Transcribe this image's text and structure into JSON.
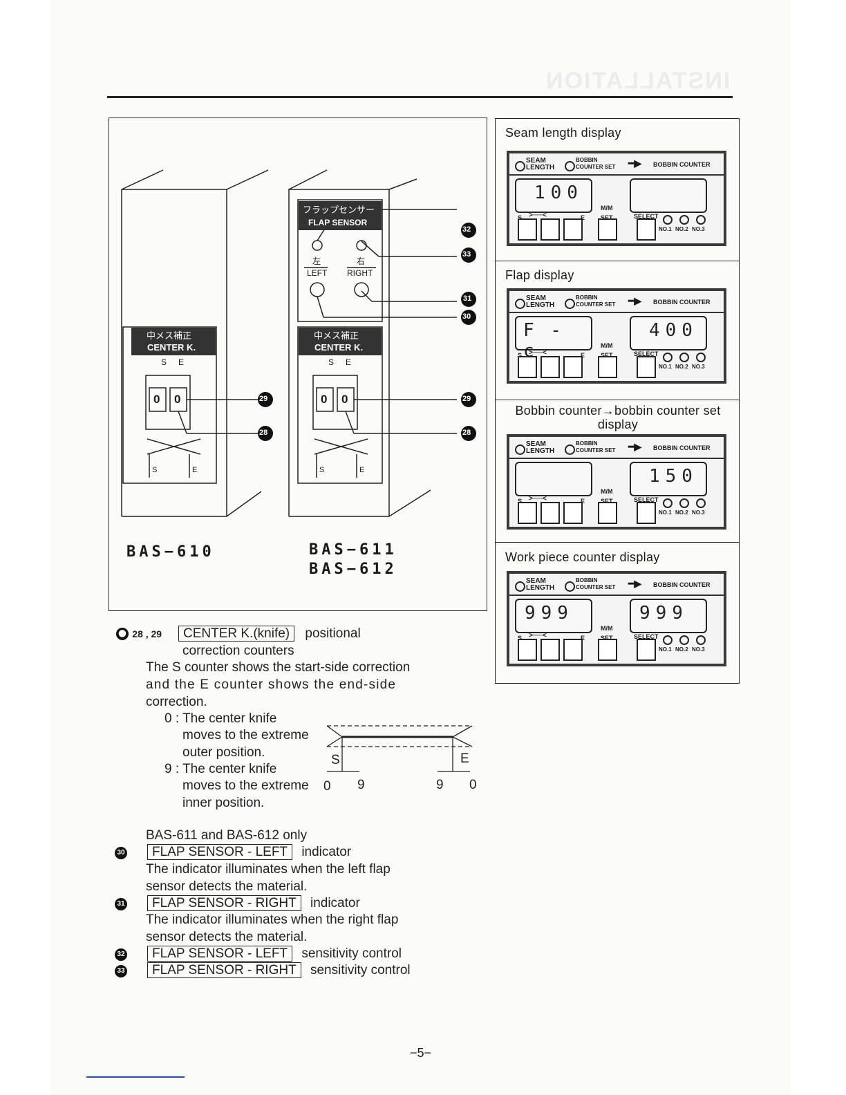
{
  "ghost_header": "INSTALLATION",
  "figure": {
    "model_left": "BAS−610",
    "model_right_1": "BAS−611",
    "model_right_2": "BAS−612",
    "flap_sensor_jp": "フラップセンサー",
    "flap_sensor_en": "FLAP SENSOR",
    "left_jp": "左",
    "left_en": "LEFT",
    "right_jp": "右",
    "right_en": "RIGHT",
    "center_k_jp": "中メス補正",
    "center_k_en": "CENTER K.",
    "s_label": "S",
    "e_label": "E",
    "counter_value": "0",
    "callouts": [
      "32",
      "33",
      "31",
      "30",
      "29",
      "28"
    ]
  },
  "displays": [
    {
      "title": "Seam length display",
      "left_lcd": "100",
      "right_lcd": ""
    },
    {
      "title": "Flap display",
      "left_lcd": "F - c",
      "right_lcd": "400"
    },
    {
      "title": "Bobbin counter→bobbin counter set display",
      "left_lcd": "",
      "right_lcd": "150"
    },
    {
      "title": "Work piece counter display",
      "left_lcd": "999",
      "right_lcd": "999"
    }
  ],
  "panel_labels": {
    "seam": "SEAM",
    "length": "LENGTH",
    "bobbin": "BOBBIN",
    "counter_set": "COUNTER SET",
    "bobbin_counter": "BOBBIN COUNTER",
    "mm": "M/M",
    "set": "SET",
    "select": "SELECT",
    "s": "S",
    "e": "E",
    "no1": "NO.1",
    "no2": "NO.2",
    "no3": "NO.3"
  },
  "body": {
    "n28_29": "28 , 29",
    "center_k_knife": "CENTER K.(knife)",
    "positional": "positional",
    "correction_counters": "correction counters",
    "p1": "The S counter shows the start-side correction",
    "p2": "and the E counter shows the end-side",
    "p3": "correction.",
    "zero_1": "0 : The center knife",
    "zero_2": "moves to the extreme",
    "zero_3": "outer position.",
    "nine_1": "9 : The center knife",
    "nine_2": "moves to the extreme",
    "nine_3": "inner position.",
    "bas_only": "BAS-611 and BAS-612 only",
    "n30": "30",
    "flap_left": "FLAP SENSOR - LEFT",
    "indicator": "indicator",
    "flap_left_desc1": "The indicator illuminates when the left flap",
    "flap_left_desc2": "sensor detects the material.",
    "n31": "31",
    "flap_right": "FLAP SENSOR - RIGHT",
    "flap_right_desc1": "The indicator illuminates when the right flap",
    "flap_right_desc2": "sensor detects the material.",
    "n32": "32",
    "n33": "33",
    "sensitivity_control": "sensitivity control",
    "diag_s": "S",
    "diag_e": "E",
    "diag_0a": "0",
    "diag_9a": "9",
    "diag_9b": "9",
    "diag_0b": "0"
  },
  "page_number": "−5−"
}
